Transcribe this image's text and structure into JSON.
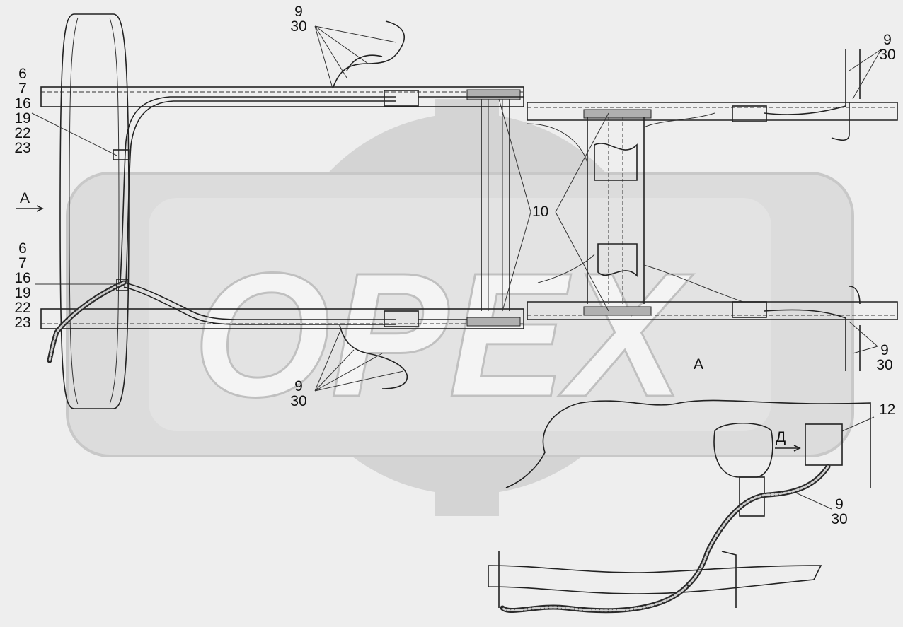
{
  "watermark": {
    "text": "ОРЕХ"
  },
  "labels": {
    "group_top_left": [
      "6",
      "7",
      "16",
      "19",
      "22",
      "23"
    ],
    "group_bottom_left": [
      "6",
      "7",
      "16",
      "19",
      "22",
      "23"
    ],
    "view_a_left": "А",
    "view_a_right": "А",
    "view_d": "Д",
    "ref_10": "10",
    "ref_12": "12",
    "pair_top_center": [
      "9",
      "30"
    ],
    "pair_bottom_center": [
      "9",
      "30"
    ],
    "pair_top_right": [
      "9",
      "30"
    ],
    "pair_bottom_right": [
      "9",
      "30"
    ],
    "pair_detail": [
      "9",
      "30"
    ]
  },
  "colors": {
    "background": "#eeeeee",
    "watermark": "#cfcfcf",
    "line": "#222222"
  }
}
